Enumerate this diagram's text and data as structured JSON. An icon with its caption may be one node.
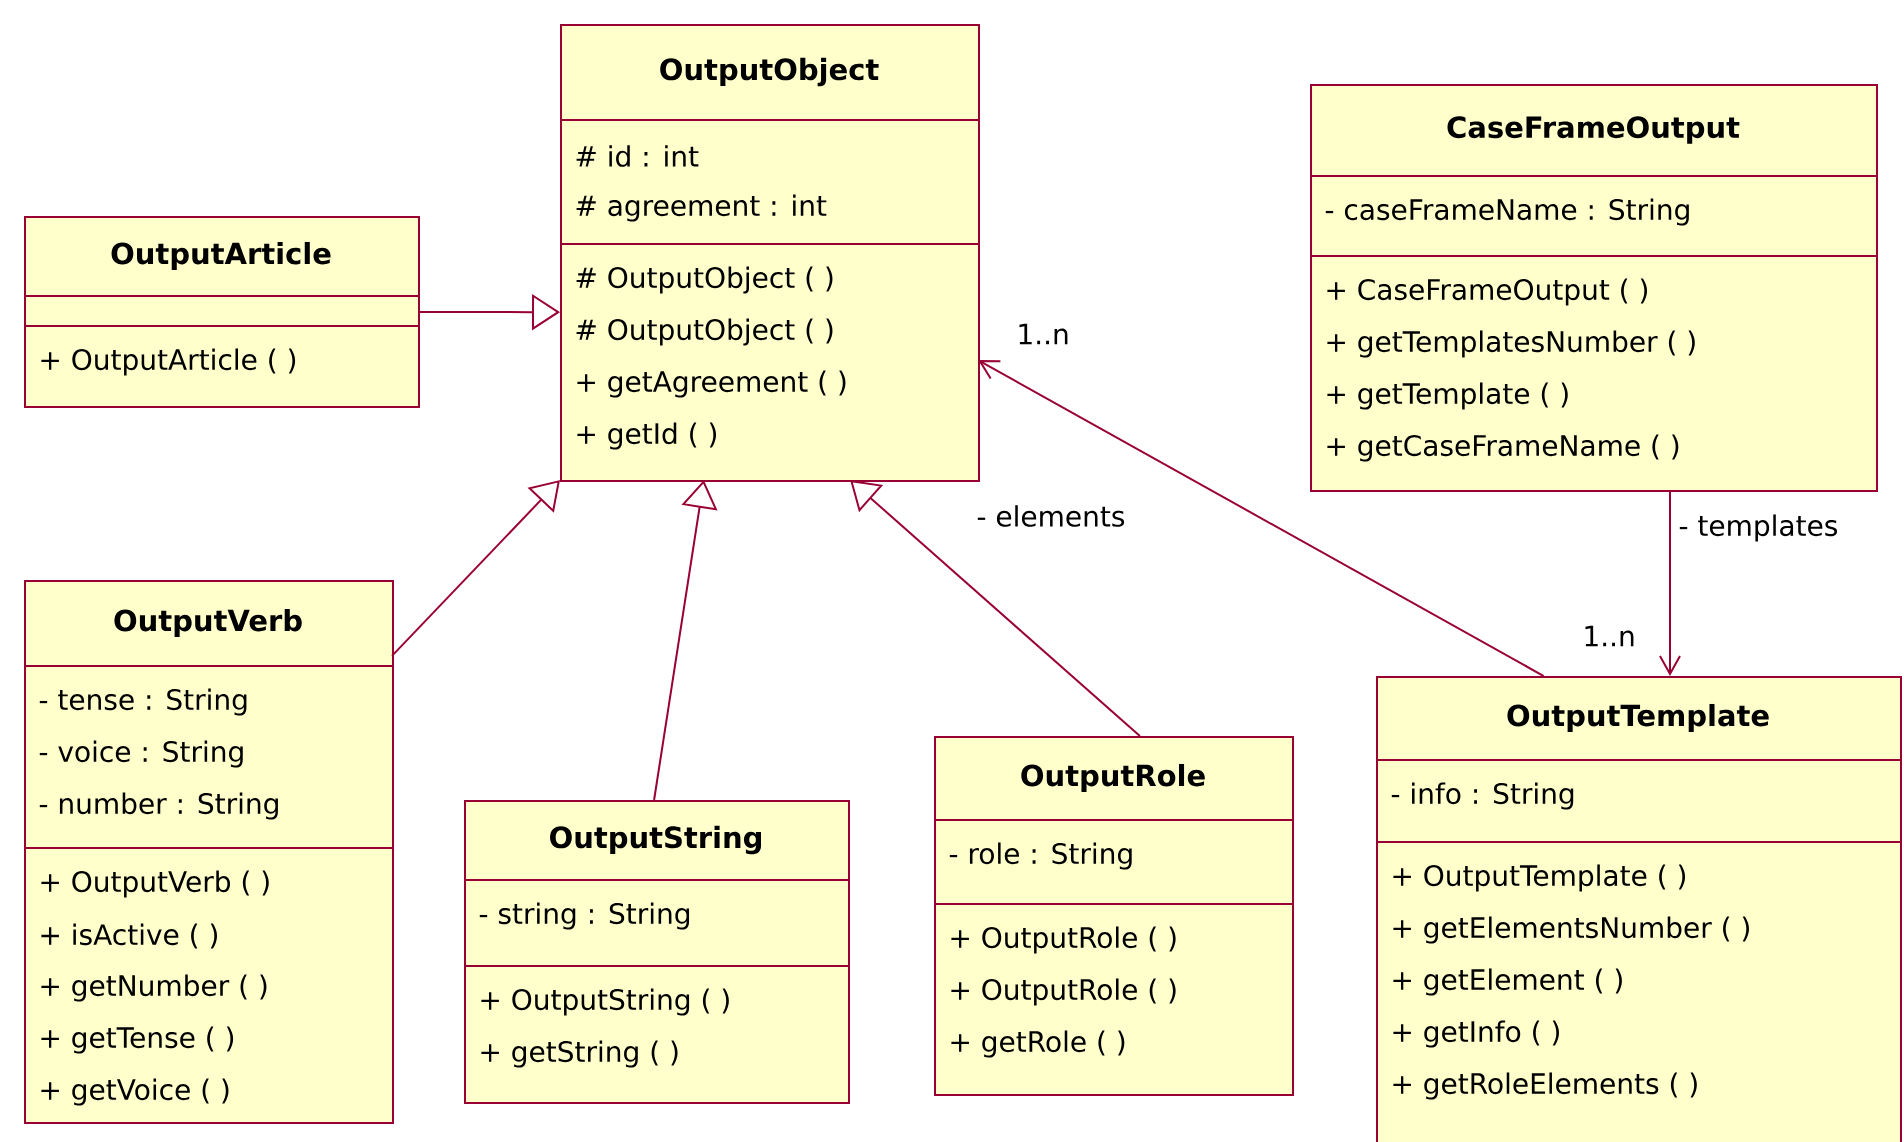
{
  "diagram": {
    "nodes": [
      {
        "text": [
          "OutputObject",
          "# id : int",
          "# agreement : int",
          "# OutputObject ( )",
          "# OutputObject ( )",
          "+ getAgreement ( )",
          "+ getId ( )"
        ]
      },
      {
        "text": [
          "CaseFrameOutput",
          "- caseFrameName : String",
          "+ CaseFrameOutput ( )",
          "+ getTemplatesNumber ( )",
          "+ getTemplate ( )",
          "+ getCaseFrameName ( )"
        ]
      },
      {
        "text": [
          "OutputArticle",
          "+ OutputArticle ( )"
        ]
      },
      {
        "text": [
          "OutputVerb",
          "- tense : String",
          "- voice : String",
          "- number : String",
          "+ OutputVerb ( )",
          "+ isActive ( )",
          "+ getNumber ( )",
          "+ getTense ( )",
          "+ getVoice ( )"
        ]
      },
      {
        "text": [
          "OutputString",
          "- string : String",
          "+ OutputString ( )",
          "+ getString ( )"
        ]
      },
      {
        "text": [
          "OutputRole",
          "- role : String",
          "+ OutputRole ( )",
          "+ OutputRole ( )",
          "+ getRole ( )"
        ]
      },
      {
        "text": [
          "OutputTemplate",
          "- info : String",
          "+ OutputTemplate ( )",
          "+ getElementsNumber ( )",
          "+ getElement ( )",
          "+ getInfo ( )",
          "+ getRoleElements ( )"
        ]
      }
    ],
    "edges": [
      {
        "from": 2,
        "to": 0,
        "arrow": "to"
      },
      {
        "from": 3,
        "to": 0,
        "arrow": "to"
      },
      {
        "from": 4,
        "to": 0,
        "arrow": "to"
      },
      {
        "from": 5,
        "to": 0,
        "arrow": "to"
      },
      {
        "from": 6,
        "to": 0,
        "arrow": "to",
        "label": "- elements"
      },
      {
        "from": 1,
        "to": 6,
        "arrow": "to",
        "label": "- templates"
      }
    ],
    "labels": [
      "1..n",
      "1..n"
    ]
  }
}
